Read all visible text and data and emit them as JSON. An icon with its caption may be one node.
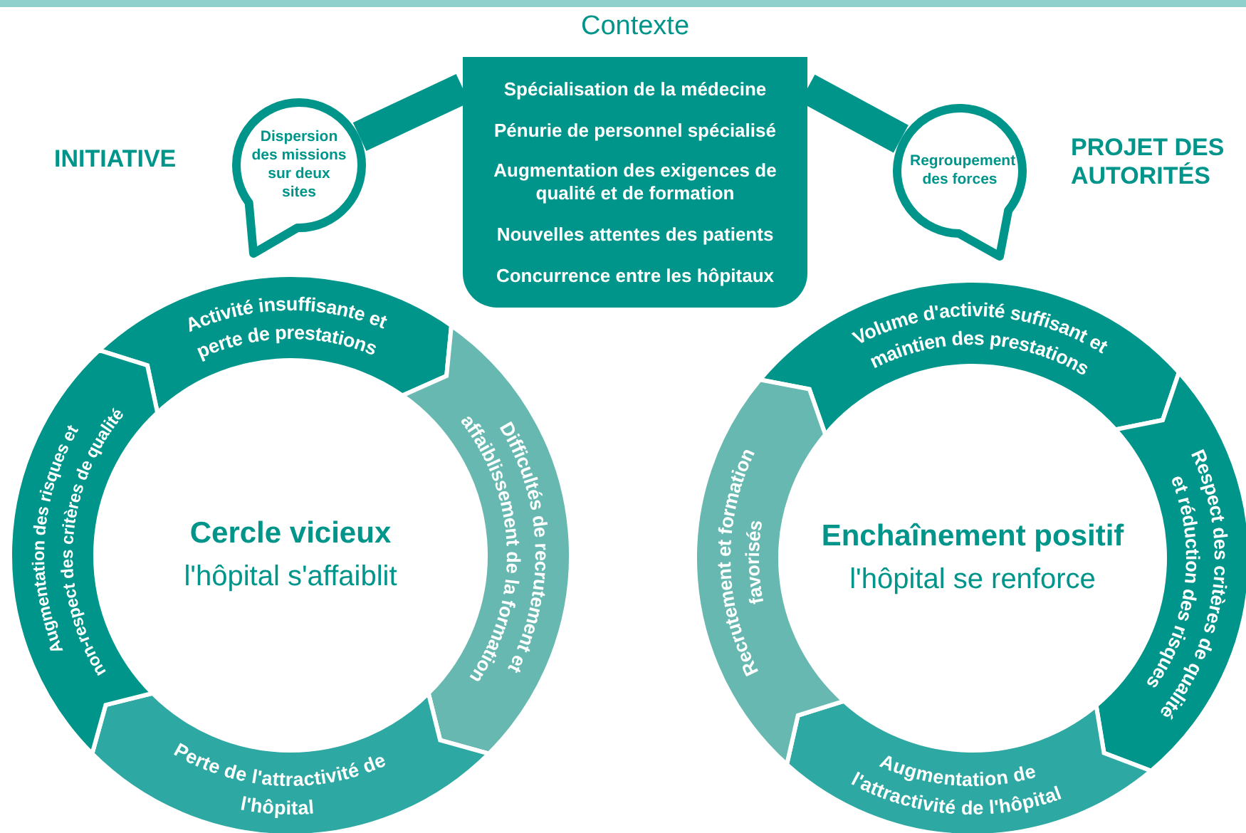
{
  "diagram": {
    "nodes": [
      {
        "text": [
          "Contexte",
          "Spécialisation de la médecine",
          "Pénurie de personnel spécialisé",
          "Augmentation des exigences de qualité et de formation",
          "Nouvelles attentes des patients",
          "Concurrence entre les hôpitaux"
        ]
      },
      {
        "text": [
          "Dispersion des missions sur deux sites"
        ],
        "beside": [
          "INITIATIVE"
        ]
      },
      {
        "text": [
          "Regroupement des forces"
        ],
        "beside": [
          "PROJET DES AUTORITÉS"
        ]
      },
      {
        "text": [
          "Cercle vicieux",
          "l'hôpital s'affaiblit"
        ]
      },
      {
        "text": [
          "Activité insuffisante et perte de prestations"
        ]
      },
      {
        "text": [
          "Difficultés de recrutement et affaiblissement de la formation"
        ]
      },
      {
        "text": [
          "Perte de l'attractivité de l'hôpital"
        ]
      },
      {
        "text": [
          "Augmentation des risques et non-respect des critères de qualité"
        ]
      },
      {
        "text": [
          "Enchaînement positif",
          "l'hôpital se renforce"
        ]
      },
      {
        "text": [
          "Volume d'activité suffisant et maintien des prestations"
        ]
      },
      {
        "text": [
          "Respect des critères de qualité et réduction des risques"
        ]
      },
      {
        "text": [
          "Augmentation de l'attractivité de l'hôpital"
        ]
      },
      {
        "text": [
          "Recrutement et formation favorisés"
        ]
      }
    ],
    "edges": [
      {
        "from": 0,
        "to": 1,
        "arrow": "none"
      },
      {
        "from": 0,
        "to": 2,
        "arrow": "none"
      }
    ]
  }
}
